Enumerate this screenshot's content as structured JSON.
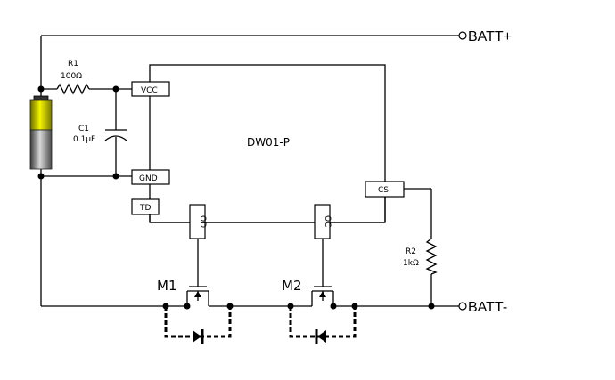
{
  "diagram": {
    "title": "DW01-P",
    "terminals": {
      "positive": "BATT+",
      "negative": "BATT-"
    },
    "resistors": [
      {
        "ref": "R1",
        "value": "100Ω"
      },
      {
        "ref": "R2",
        "value": "1kΩ"
      }
    ],
    "capacitor": {
      "ref": "C1",
      "value": "0.1μF"
    },
    "ic_pins": {
      "vcc": "VCC",
      "gnd": "GND",
      "td": "TD",
      "od": "OD",
      "oc": "OC",
      "cs": "CS"
    },
    "mosfets": [
      {
        "ref": "M1"
      },
      {
        "ref": "M2"
      }
    ]
  }
}
